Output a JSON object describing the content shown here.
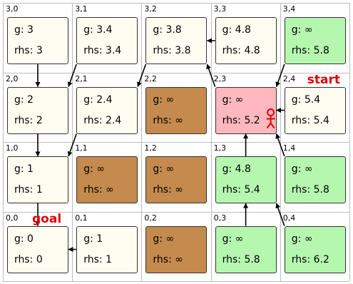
{
  "cell_states": {
    "open": {
      "color": "#fdfdf2"
    },
    "obstacle": {
      "color": "#c48a4e"
    },
    "updated": {
      "color": "#b6f7b0"
    },
    "current": {
      "color": "#ffb8bf"
    }
  },
  "cells": [
    {
      "id": "3,0",
      "row": 3,
      "col": 0,
      "label": "3,0",
      "g": "g: 3",
      "rhs": "rhs: 3",
      "state": "open"
    },
    {
      "id": "3,1",
      "row": 3,
      "col": 1,
      "label": "3,1",
      "g": "g: 3.4",
      "rhs": "rhs: 3.4",
      "state": "open"
    },
    {
      "id": "3,2",
      "row": 3,
      "col": 2,
      "label": "3,2",
      "g": "g: 3.8",
      "rhs": "rhs: 3.8",
      "state": "open"
    },
    {
      "id": "3,3",
      "row": 3,
      "col": 3,
      "label": "3,3",
      "g": "g: 4.8",
      "rhs": "rhs: 4.8",
      "state": "open"
    },
    {
      "id": "3,4",
      "row": 3,
      "col": 4,
      "label": "3,4",
      "g": "g: ∞",
      "rhs": "rhs: 5.8",
      "state": "updated"
    },
    {
      "id": "2,0",
      "row": 2,
      "col": 0,
      "label": "2,0",
      "g": "g: 2",
      "rhs": "rhs: 2",
      "state": "open"
    },
    {
      "id": "2,1",
      "row": 2,
      "col": 1,
      "label": "2,1",
      "g": "g: 2.4",
      "rhs": "rhs: 2.4",
      "state": "open"
    },
    {
      "id": "2,2",
      "row": 2,
      "col": 2,
      "label": "2,2",
      "g": "g: ∞",
      "rhs": "rhs: ∞",
      "state": "obstacle"
    },
    {
      "id": "2,3",
      "row": 2,
      "col": 3,
      "label": "2,3",
      "g": "g: ∞",
      "rhs": "rhs: 5.2",
      "state": "current"
    },
    {
      "id": "2,4",
      "row": 2,
      "col": 4,
      "label": "2,4",
      "g": "g: 5.4",
      "rhs": "rhs: 5.4",
      "state": "open"
    },
    {
      "id": "1,0",
      "row": 1,
      "col": 0,
      "label": "1,0",
      "g": "g: 1",
      "rhs": "rhs: 1",
      "state": "open"
    },
    {
      "id": "1,1",
      "row": 1,
      "col": 1,
      "label": "1,1",
      "g": "g: ∞",
      "rhs": "rhs: ∞",
      "state": "obstacle"
    },
    {
      "id": "1,2",
      "row": 1,
      "col": 2,
      "label": "1,2",
      "g": "g: ∞",
      "rhs": "rhs: ∞",
      "state": "obstacle"
    },
    {
      "id": "1,3",
      "row": 1,
      "col": 3,
      "label": "1,3",
      "g": "g: 4.8",
      "rhs": "rhs: 5.4",
      "state": "updated"
    },
    {
      "id": "1,4",
      "row": 1,
      "col": 4,
      "label": "1,4",
      "g": "g: ∞",
      "rhs": "rhs: 5.8",
      "state": "updated"
    },
    {
      "id": "0,0",
      "row": 0,
      "col": 0,
      "label": "0,0",
      "g": "g: 0",
      "rhs": "rhs: 0",
      "state": "open"
    },
    {
      "id": "0,1",
      "row": 0,
      "col": 1,
      "label": "0,1",
      "g": "g: 1",
      "rhs": "rhs: 1",
      "state": "open"
    },
    {
      "id": "0,2",
      "row": 0,
      "col": 2,
      "label": "0,2",
      "g": "g: ∞",
      "rhs": "rhs: ∞",
      "state": "obstacle"
    },
    {
      "id": "0,3",
      "row": 0,
      "col": 3,
      "label": "0,3",
      "g": "g: ∞",
      "rhs": "rhs: 5.8",
      "state": "updated"
    },
    {
      "id": "0,4",
      "row": 0,
      "col": 4,
      "label": "0,4",
      "g": "g: ∞",
      "rhs": "rhs: 6.2",
      "state": "updated"
    }
  ],
  "start": {
    "label": "start",
    "cell": "2,4"
  },
  "goal": {
    "label": "goal",
    "cell": "0,0"
  },
  "robot": {
    "icon": "robot-figure-icon",
    "color": "#e00000",
    "cell": "2,3"
  },
  "pointers": [
    {
      "from": "3,0",
      "to": "2,0"
    },
    {
      "from": "3,1",
      "to": "2,0"
    },
    {
      "from": "3,2",
      "to": "2,1"
    },
    {
      "from": "3,3",
      "to": "3,2"
    },
    {
      "from": "3,4",
      "to": "2,3"
    },
    {
      "from": "2,0",
      "to": "1,0"
    },
    {
      "from": "2,1",
      "to": "1,0"
    },
    {
      "from": "2,3",
      "to": "3,2"
    },
    {
      "from": "2,4",
      "to": "2,3"
    },
    {
      "from": "1,0",
      "to": "0,0"
    },
    {
      "from": "1,3",
      "to": "2,3"
    },
    {
      "from": "1,4",
      "to": "2,3"
    },
    {
      "from": "0,1",
      "to": "0,0"
    },
    {
      "from": "0,3",
      "to": "1,3"
    },
    {
      "from": "0,4",
      "to": "1,3"
    }
  ]
}
